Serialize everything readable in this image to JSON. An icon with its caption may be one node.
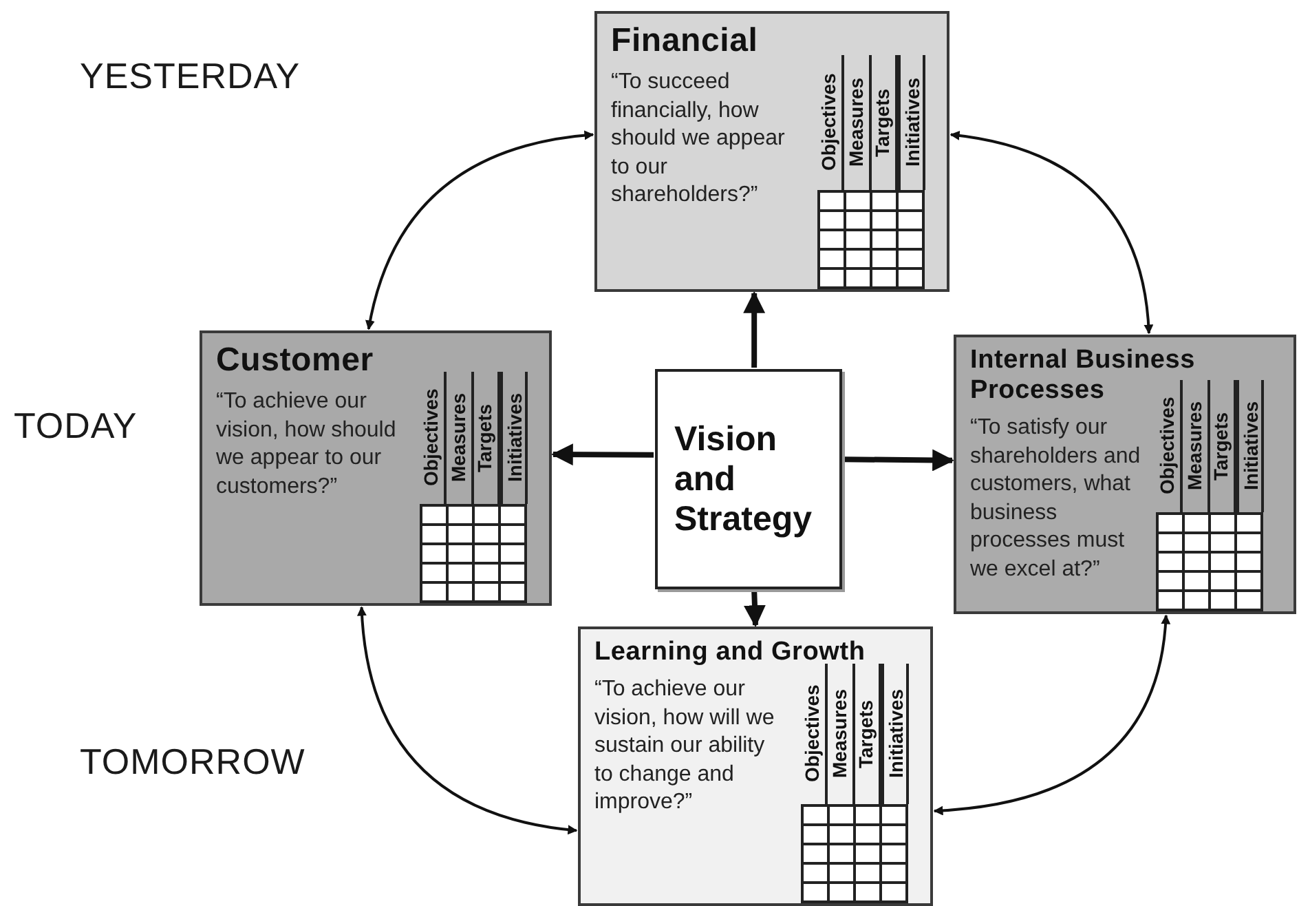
{
  "diagram": {
    "nodes": [
      {
        "text": [
          "Vision and Strategy"
        ]
      },
      {
        "text": [
          "Financial",
          "“To succeed financially, how should we appear to our shareholders?”",
          "Objectives",
          "Measures",
          "Targets",
          "Initiatives"
        ]
      },
      {
        "text": [
          "Customer",
          "“To achieve our vision, how should we appear to our customers?”",
          "Objectives",
          "Measures",
          "Targets",
          "Initiatives"
        ]
      },
      {
        "text": [
          "Internal Business Processes",
          "“To satisfy our shareholders and customers, what business processes must we excel at?”",
          "Objectives",
          "Measures",
          "Targets",
          "Initiatives"
        ]
      },
      {
        "text": [
          "Learning and Growth",
          "“To achieve our vision, how will we sustain our ability to change and improve?”",
          "Objectives",
          "Measures",
          "Targets",
          "Initiatives"
        ]
      }
    ],
    "edges": [
      {
        "from": 0,
        "to": 1,
        "arrow": "to",
        "style": "thick"
      },
      {
        "from": 0,
        "to": 2,
        "arrow": "to",
        "style": "thick"
      },
      {
        "from": 0,
        "to": 3,
        "arrow": "to",
        "style": "thick"
      },
      {
        "from": 0,
        "to": 4,
        "arrow": "to",
        "style": "thick"
      },
      {
        "from": 1,
        "to": 2,
        "arrow": "both"
      },
      {
        "from": 1,
        "to": 3,
        "arrow": "both"
      },
      {
        "from": 3,
        "to": 4,
        "arrow": "both"
      },
      {
        "from": 2,
        "to": 4,
        "arrow": "both"
      }
    ],
    "labels": [
      "YESTERDAY",
      "TODAY",
      "TOMORROW"
    ]
  }
}
